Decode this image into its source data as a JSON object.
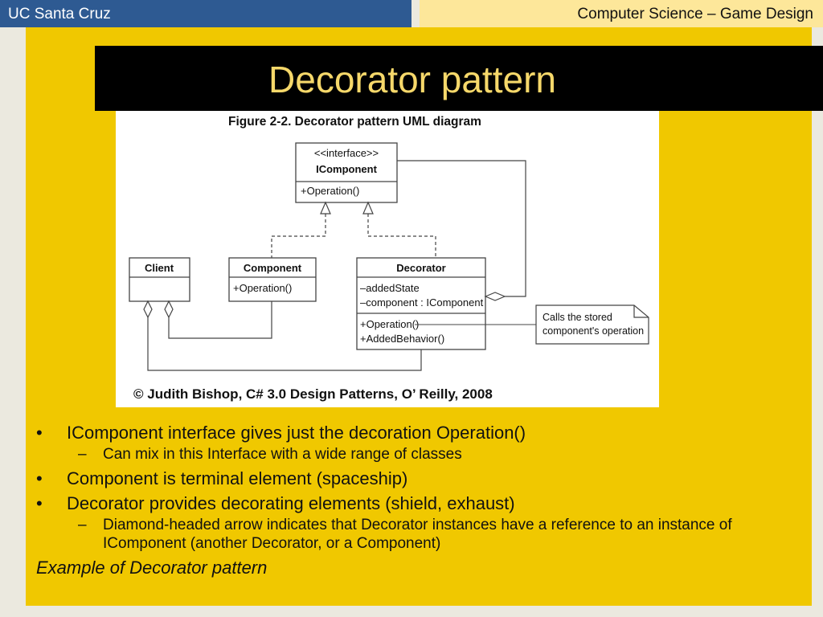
{
  "header": {
    "left_text": "UC Santa Cruz",
    "right_text": "Computer Science – Game Design"
  },
  "slide": {
    "title": "Decorator pattern"
  },
  "figure": {
    "caption": "Figure 2-2. Decorator pattern UML diagram",
    "credit": "© Judith Bishop, C# 3.0 Design Patterns, O’ Reilly, 2008",
    "icomponent": {
      "stereotype": "<<interface>>",
      "name": "IComponent",
      "operation": "+Operation()"
    },
    "client": {
      "name": "Client"
    },
    "component": {
      "name": "Component",
      "operation": "+Operation()"
    },
    "decorator": {
      "name": "Decorator",
      "attr1": "–addedState",
      "attr2": "–component : IComponent",
      "op1": "+Operation()",
      "op2": "+AddedBehavior()"
    },
    "note": {
      "line1": "Calls the stored",
      "line2": "component's operation"
    }
  },
  "bullets": [
    {
      "marker": "•",
      "text": "IComponent interface gives just the decoration Operation()"
    },
    {
      "marker": "–",
      "text": "Can mix in this Interface with a wide range of classes"
    },
    {
      "marker": "•",
      "text": "Component is terminal element (spaceship)"
    },
    {
      "marker": "•",
      "text": "Decorator provides decorating elements (shield, exhaust)"
    },
    {
      "marker": "–",
      "text": "Diamond-headed arrow indicates that Decorator instances have a reference to an instance of IComponent (another Decorator, or a Component)"
    }
  ],
  "example_text": "Example of Decorator pattern",
  "colors": {
    "header_left_bg": "#2e5a92",
    "header_right_bg": "#fde79a",
    "slide_bg": "#f0c800",
    "title_bar_bg": "#000000",
    "title_text": "#f6d86a"
  }
}
